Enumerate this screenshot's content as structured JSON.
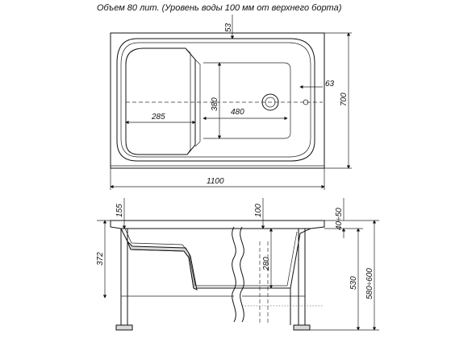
{
  "caption": "Объем 80 лит. (Уровень воды 100 мм от верхнего борта)",
  "top_view": {
    "dims": {
      "rim_width": "53",
      "drain_offset": "63",
      "inner_depth": "380",
      "inner_length": "480",
      "seat_length": "285",
      "total_length": "1100",
      "total_width": "700"
    }
  },
  "side_view": {
    "dims": {
      "seat_step": "155",
      "water_level": "100",
      "rim_height": "40÷50",
      "seat_height": "372",
      "inner_height": "280",
      "body_height": "530",
      "total_height": "580÷600"
    }
  }
}
